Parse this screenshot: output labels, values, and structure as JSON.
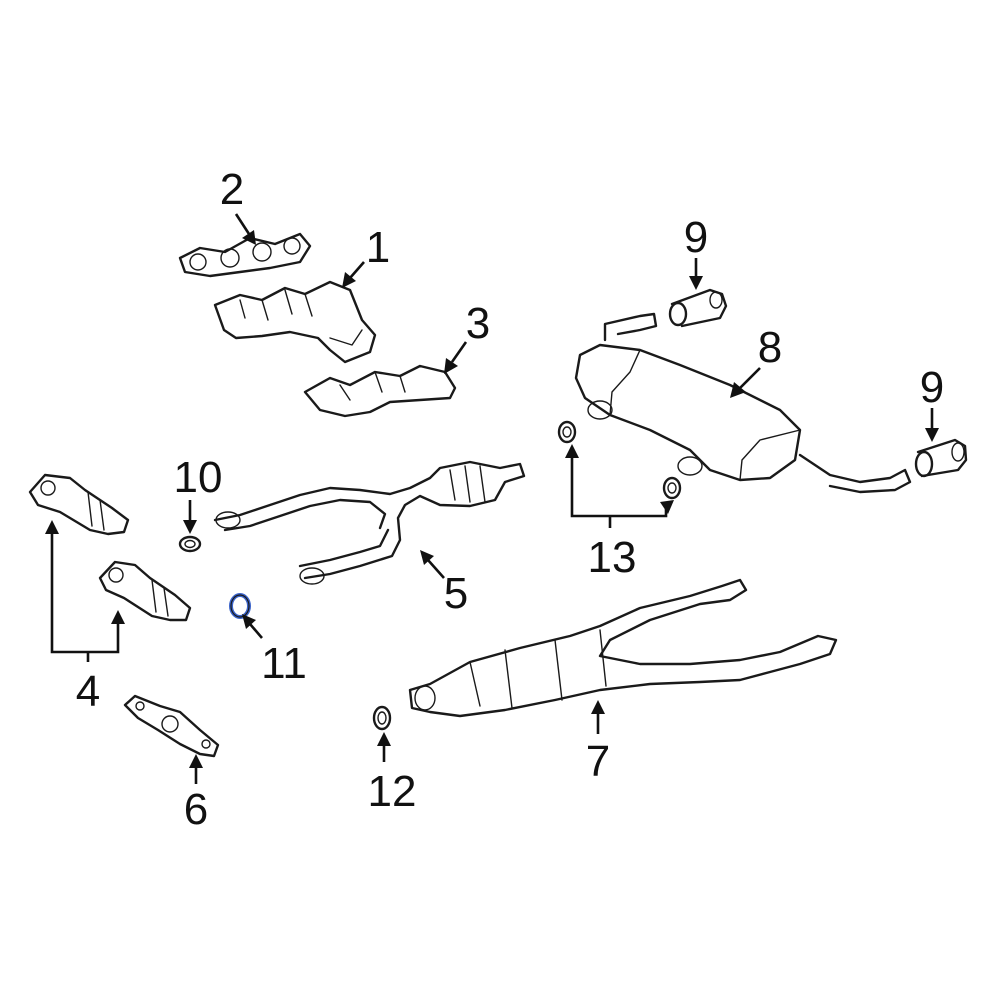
{
  "callouts": {
    "c1": "1",
    "c2": "2",
    "c3": "3",
    "c4": "4",
    "c5": "5",
    "c6": "6",
    "c7": "7",
    "c8": "8",
    "c9a": "9",
    "c9b": "9",
    "c10": "10",
    "c11": "11",
    "c12": "12",
    "c13": "13"
  },
  "colors": {
    "line": "#1a1a1a",
    "highlight_ring": "#3a63c9",
    "background": "#ffffff"
  }
}
